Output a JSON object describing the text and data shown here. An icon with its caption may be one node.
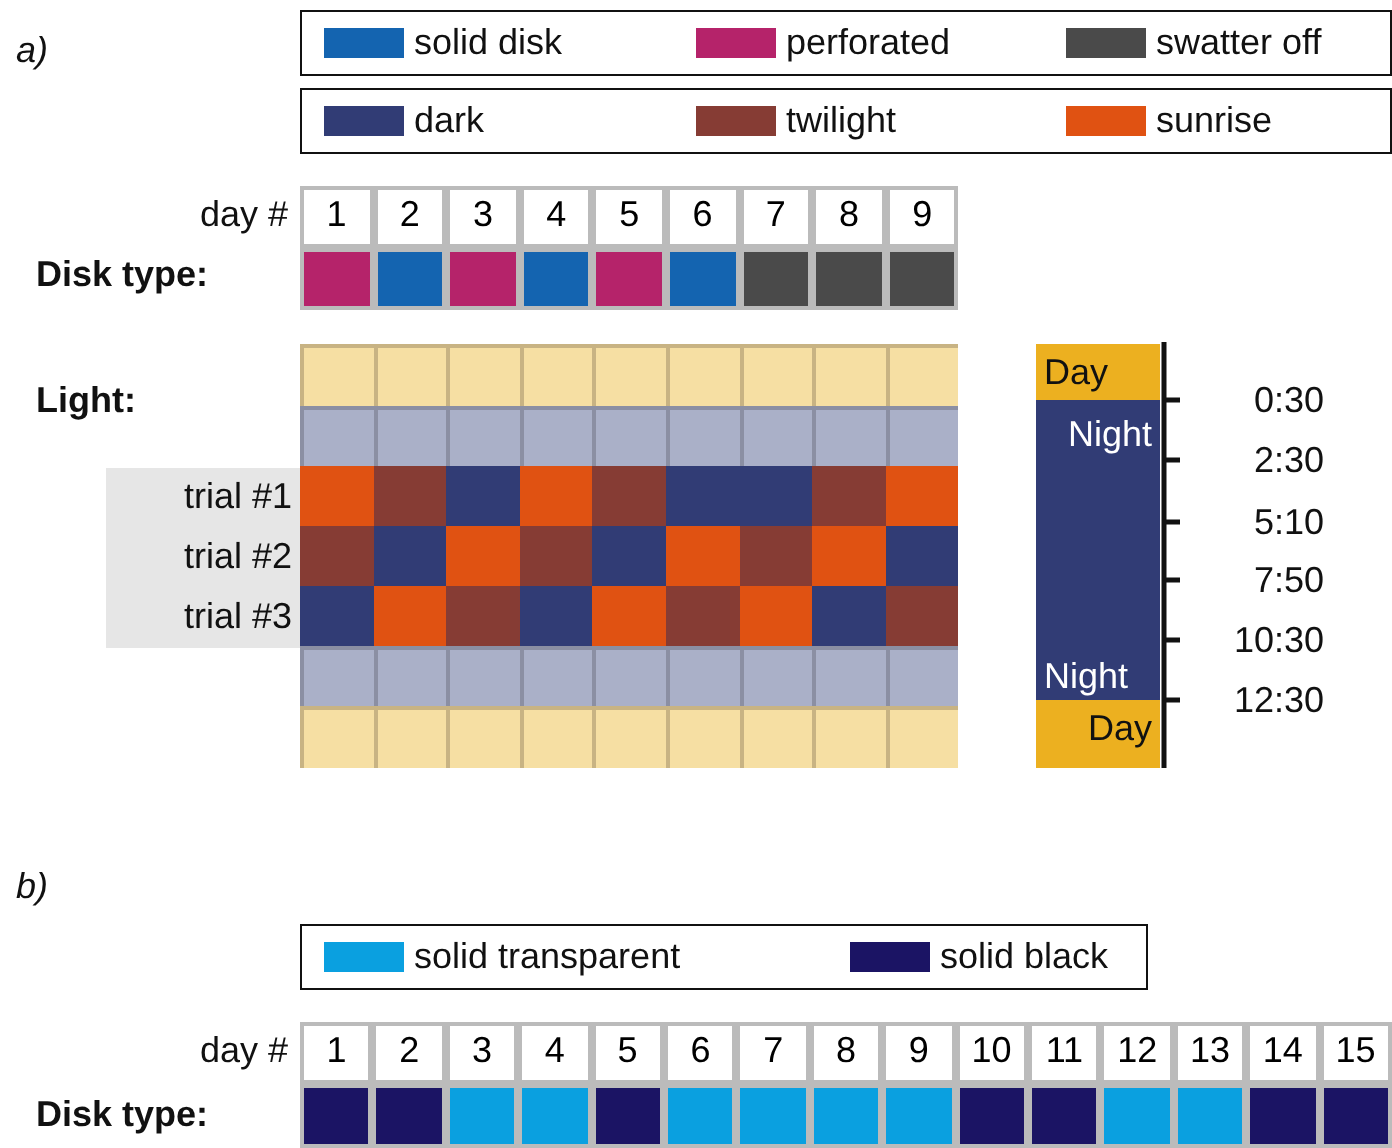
{
  "diagram": {
    "labels": [
      "a)",
      "day #",
      "1",
      "2",
      "3",
      "4",
      "5",
      "6",
      "7",
      "8",
      "9",
      "Disk type:",
      "Light:",
      "Day",
      "0:30",
      "Night",
      "2:30",
      "trial #1",
      "5:10",
      "trial #2",
      "7:50",
      "trial #3",
      "10:30",
      "Night",
      "12:30",
      "Day",
      "b)",
      "day #",
      "1",
      "2",
      "3",
      "4",
      "5",
      "6",
      "7",
      "8",
      "9",
      "10",
      "11",
      "12",
      "13",
      "14",
      "15",
      "Disk type:"
    ],
    "legend": [
      {
        "text": "solid disk",
        "color": "#1464b0"
      },
      {
        "text": "perforated",
        "color": "#b5236a"
      },
      {
        "text": "swatter off",
        "color": "#4a4a4a"
      },
      {
        "text": "dark",
        "color": "#313c75"
      },
      {
        "text": "twilight",
        "color": "#863c34"
      },
      {
        "text": "sunrise",
        "color": "#e05212"
      },
      {
        "text": "solid transparent",
        "color": "#0aa0e0"
      },
      {
        "text": "solid black",
        "color": "#1b1464"
      }
    ]
  }
}
